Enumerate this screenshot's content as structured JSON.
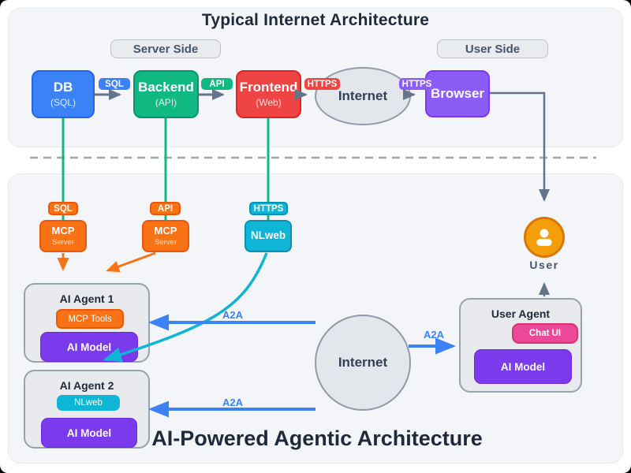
{
  "top": {
    "title": "Typical Internet Architecture",
    "server_side": "Server Side",
    "user_side": "User Side",
    "db": {
      "title": "DB",
      "subtitle": "(SQL)"
    },
    "backend": {
      "title": "Backend",
      "subtitle": "(API)"
    },
    "frontend": {
      "title": "Frontend",
      "subtitle": "(Web)"
    },
    "internet": "Internet",
    "browser": "Browser",
    "edge_labels": {
      "sql": "SQL",
      "api": "API",
      "https_to_internet": "HTTPS",
      "https_to_browser": "HTTPS"
    }
  },
  "bottom": {
    "title": "AI-Powered Agentic Architecture",
    "protocols": {
      "sql": "SQL",
      "api": "API",
      "https": "HTTPS"
    },
    "mcp1": {
      "title": "MCP",
      "subtitle": "Server"
    },
    "mcp2": {
      "title": "MCP",
      "subtitle": "Server"
    },
    "nlweb": "NLweb",
    "agent1": {
      "title": "AI Agent 1",
      "tool": "MCP Tools",
      "model": "AI Model"
    },
    "agent2": {
      "title": "AI Agent 2",
      "tool": "NLweb",
      "model": "AI Model"
    },
    "internet": "Internet",
    "user_agent": {
      "title": "User Agent",
      "tool": "Chat UI",
      "model": "AI Model"
    },
    "user_label": "User",
    "a2a": {
      "to_agent1": "A2A",
      "to_agent2": "A2A",
      "to_user_agent": "A2A"
    }
  },
  "colors": {
    "blue": "#3b82f6",
    "green": "#10b981",
    "red": "#ef4444",
    "purple": "#8b5cf6",
    "deep_purple": "#7c3aed",
    "orange": "#f97316",
    "cyan": "#0eb5d4",
    "pink": "#ec4899",
    "user_orange": "#f59e0b",
    "arrow_gray": "#64748b",
    "title_text": "#1e293b"
  }
}
